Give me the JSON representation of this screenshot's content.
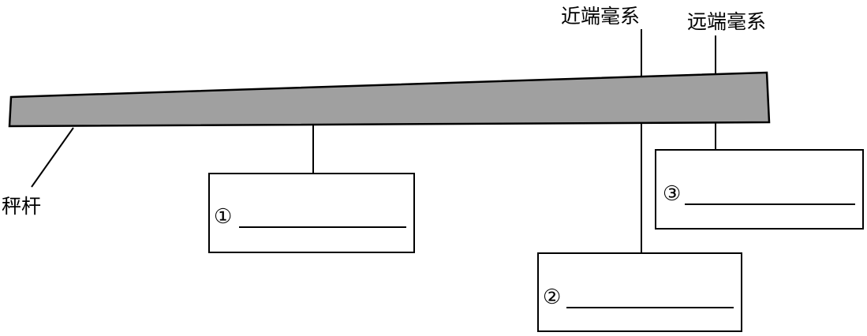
{
  "labels": {
    "near_loop": "近端毫系",
    "far_loop": "远端毫系",
    "beam": "秤杆"
  },
  "boxes": [
    {
      "marker": "①",
      "answer": ""
    },
    {
      "marker": "②",
      "answer": ""
    },
    {
      "marker": "③",
      "answer": ""
    }
  ],
  "colors": {
    "beam_fill": "#a0a0a0",
    "stroke": "#000000"
  }
}
